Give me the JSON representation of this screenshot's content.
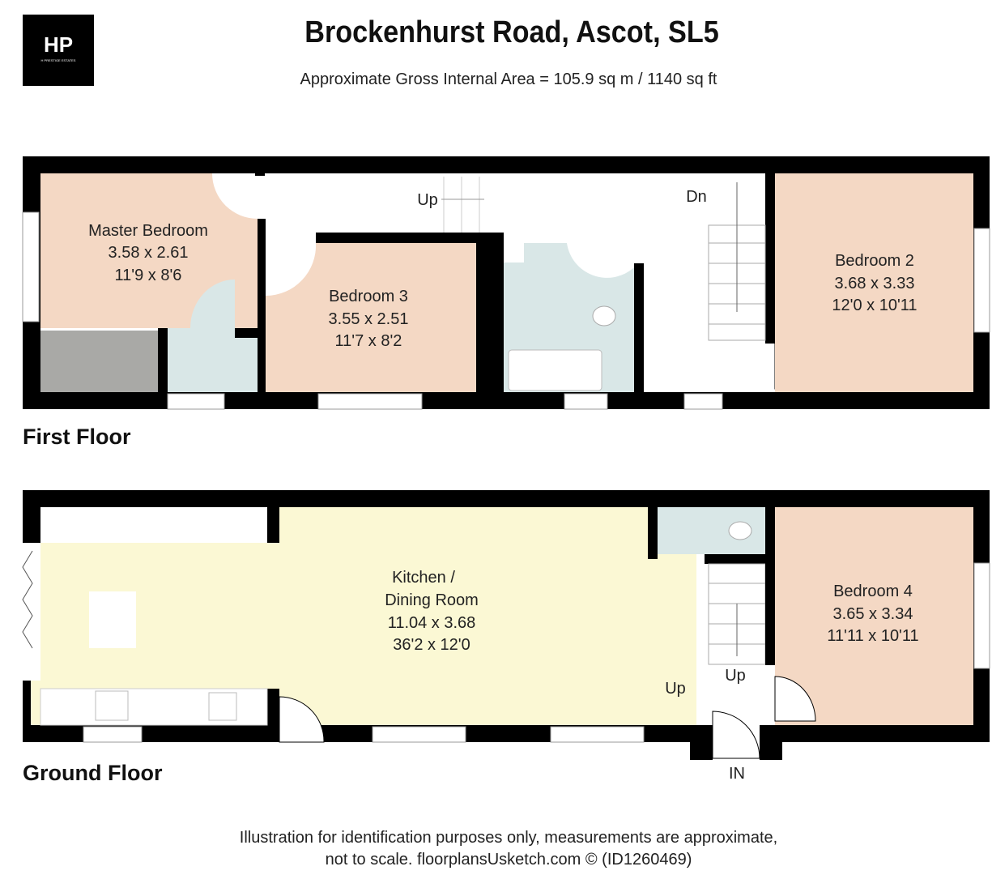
{
  "logo": {
    "text": "HP",
    "tagline": "H PRESTIGE ESTATES"
  },
  "header": {
    "title": "Brockenhurst Road, Ascot, SL5",
    "area": "Approximate Gross Internal Area = 105.9 sq m / 1140 sq ft"
  },
  "first_floor": {
    "label": "First Floor",
    "rooms": [
      {
        "name": "Master Bedroom",
        "metric": "3.58 x 2.61",
        "imperial": "11'9 x 8'6"
      },
      {
        "name": "Bedroom 3",
        "metric": "3.55 x 2.51",
        "imperial": "11'7 x 8'2"
      },
      {
        "name": "Bedroom 2",
        "metric": "3.68 x 3.33",
        "imperial": "12'0 x 10'11"
      }
    ],
    "stairs_up": "Up",
    "stairs_down": "Dn"
  },
  "ground_floor": {
    "label": "Ground Floor",
    "rooms": [
      {
        "name": "Kitchen /",
        "name2": "Dining Room",
        "metric": "11.04 x 3.68",
        "imperial": "36'2 x 12'0"
      },
      {
        "name": "Bedroom 4",
        "metric": "3.65 x 3.34",
        "imperial": "11'11 x 10'11"
      }
    ],
    "stairs_up_1": "Up",
    "stairs_up_2": "Up",
    "entrance": "IN"
  },
  "footer": {
    "line1": "Illustration for identification purposes only, measurements are approximate,",
    "line2": "not to scale. floorplansUsketch.com © (ID1260469)"
  },
  "colors": {
    "bedroom": "#f4d8c4",
    "bathroom": "#d9e7e7",
    "kitchen": "#fbf8d4",
    "wardrobe": "#a9a9a6",
    "wall": "#000000"
  }
}
